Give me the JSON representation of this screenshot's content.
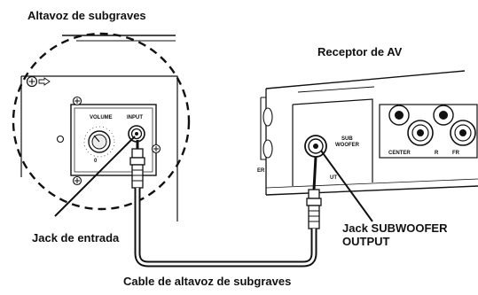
{
  "labels": {
    "subwoofer_title": "Altavoz de subgraves",
    "receiver_title": "Receptor de AV",
    "input_jack": "Jack de entrada",
    "subwoofer_output_jack_line1": "Jack SUBWOOFER",
    "subwoofer_output_jack_line2": "OUTPUT",
    "cable": "Cable de altavoz de subgraves"
  },
  "panel_markings": {
    "volume": "VOLUME",
    "input": "INPUT",
    "volume_min": "0",
    "sub_woofer_line1": "SUB",
    "sub_woofer_line2": "WOOFER",
    "center": "CENTER",
    "out_fragment": "UT",
    "side_fragment": "ER",
    "r_mark": "R",
    "fr_fragment": "FR"
  },
  "colors": {
    "line": "#111111",
    "fill": "#ffffff",
    "shade": "#d8d8d8"
  }
}
